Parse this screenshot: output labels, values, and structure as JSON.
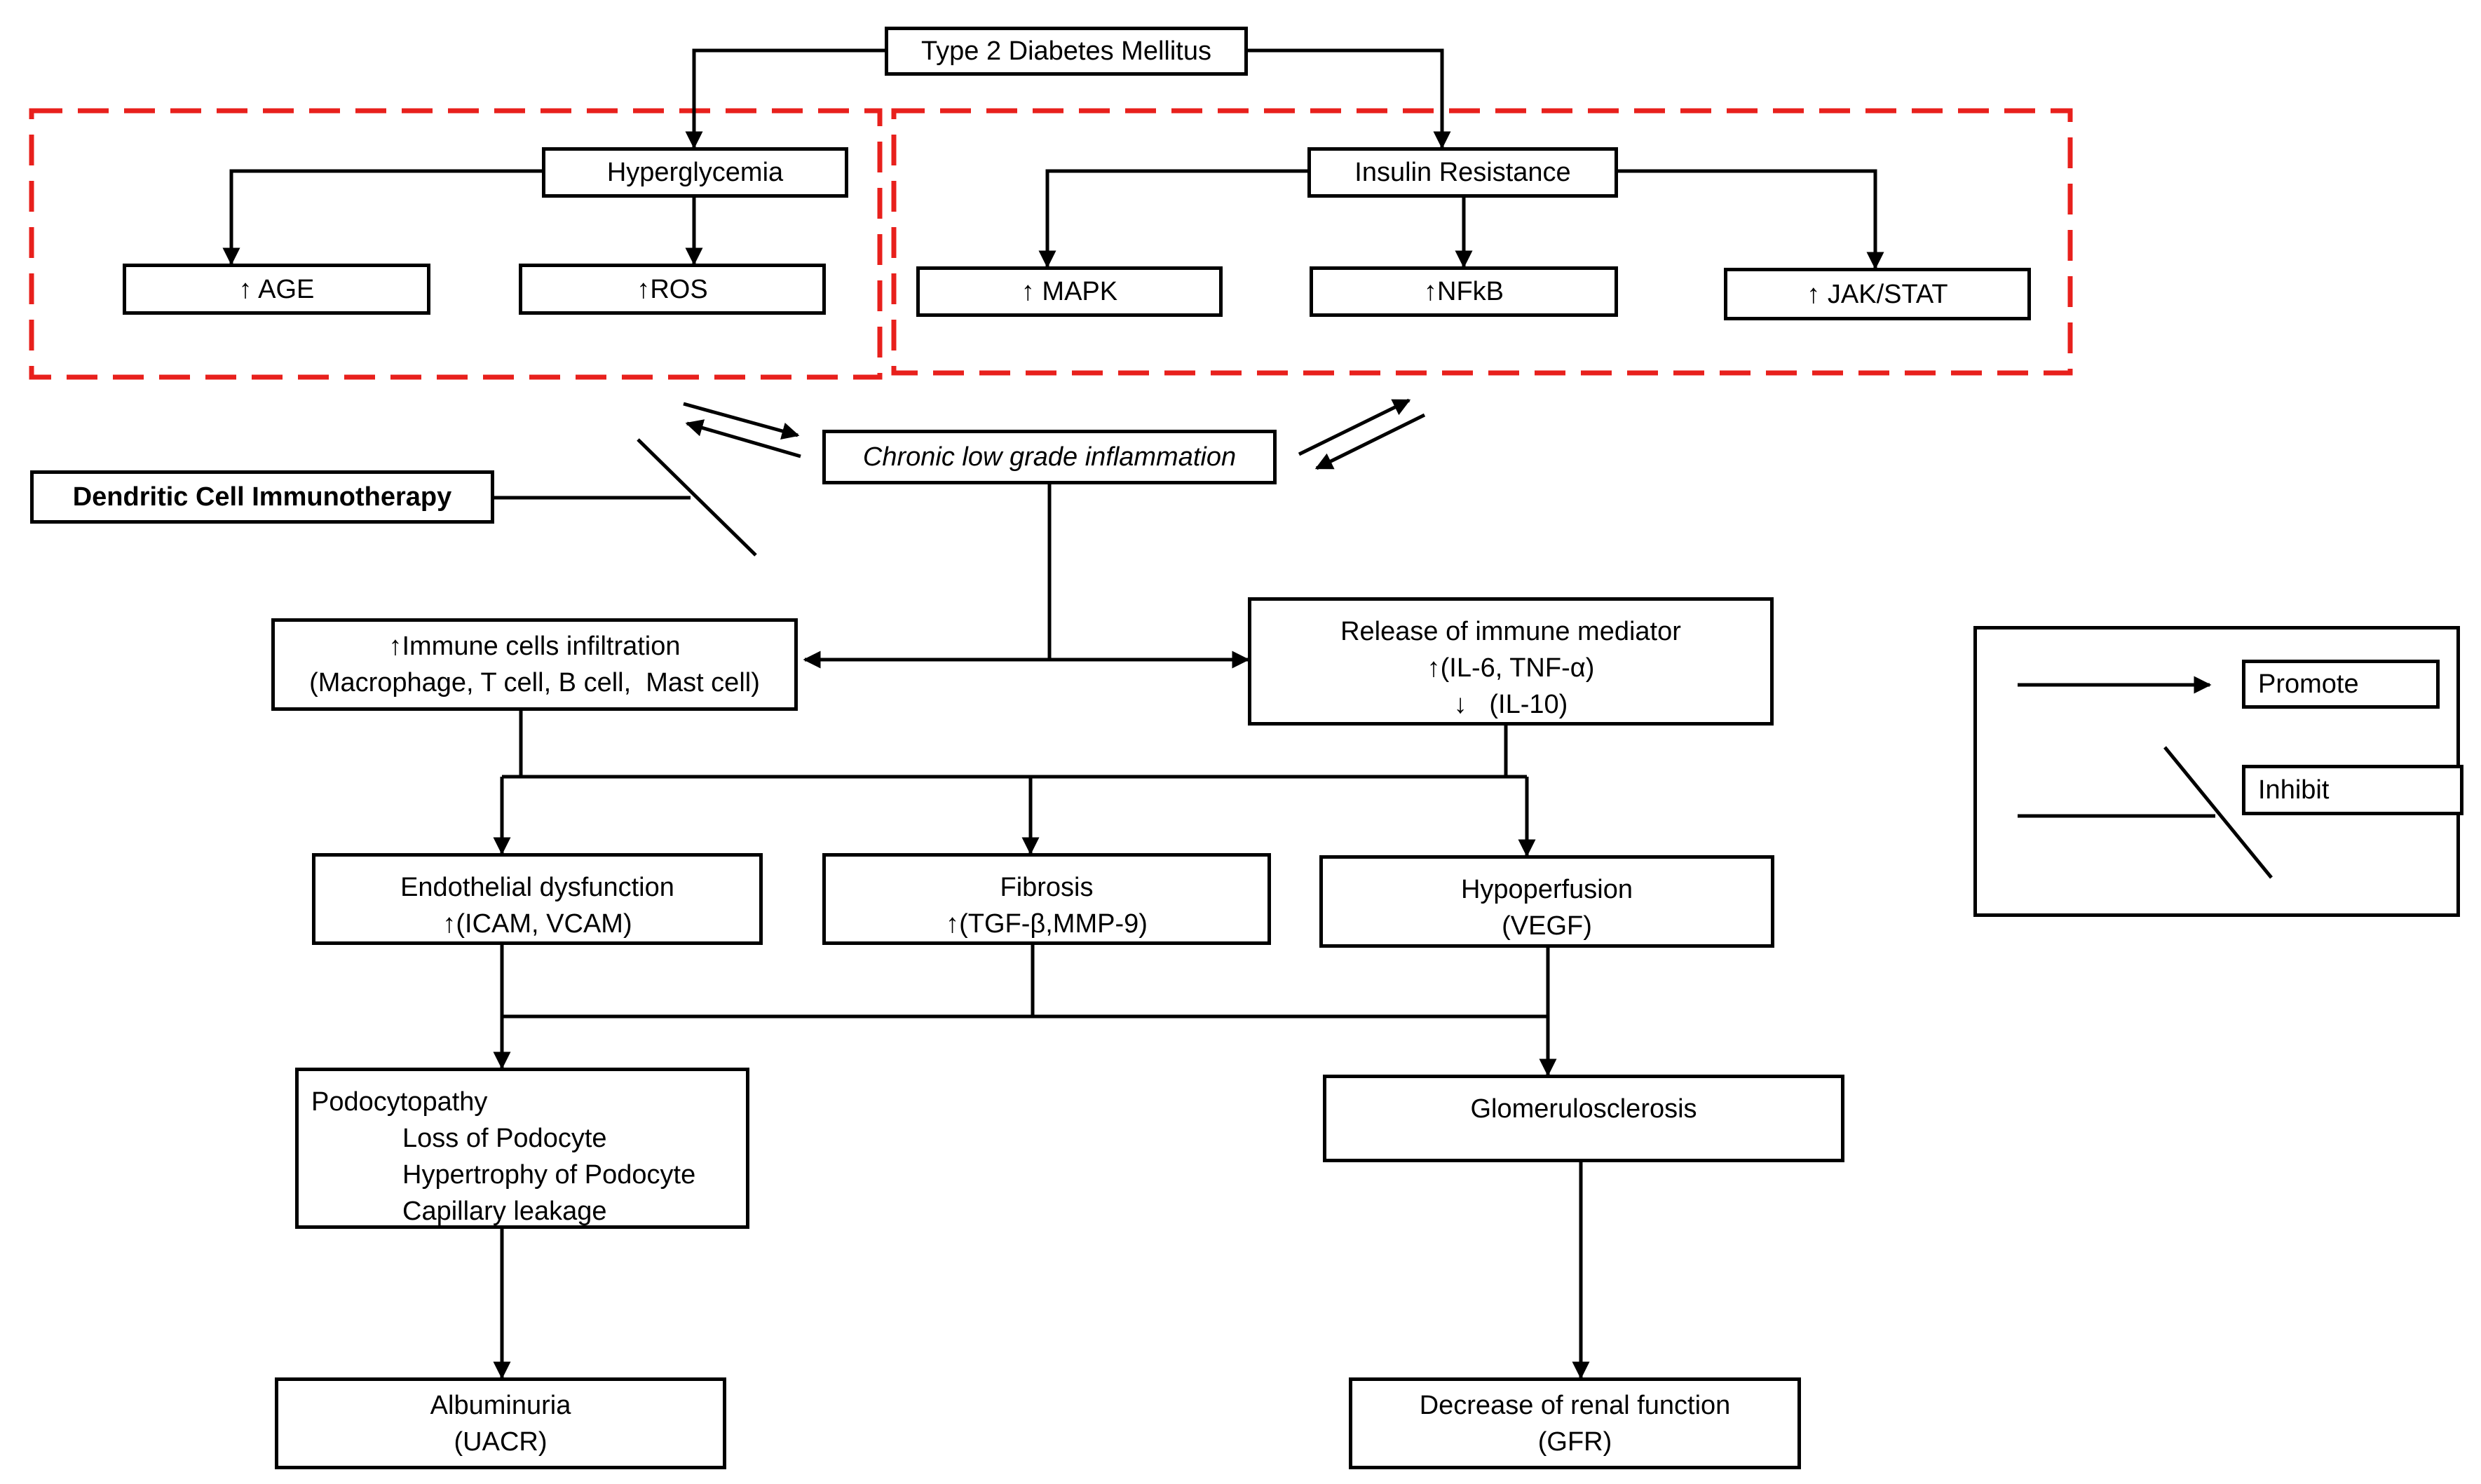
{
  "nodes": {
    "t2dm": "Type 2 Diabetes Mellitus",
    "hyperglycemia": "Hyperglycemia",
    "insulin_resistance": "Insulin Resistance",
    "age": "AGE",
    "ros": "ROS",
    "mapk": "MAPK",
    "nfkb": "NFkB",
    "jakstat": "JAK/STAT",
    "chronic_inflammation": "Chronic low grade inflammation",
    "dendritic": "Dendritic Cell Immunotherapy",
    "immune_infiltration": {
      "line1": "Immune cells infiltration",
      "line2": "(Macrophage, T cell, B cell,  Mast cell)"
    },
    "immune_mediator": {
      "line1": "Release of immune mediator",
      "line2": "(IL-6, TNF-α)",
      "line3": "(IL-10)"
    },
    "endothelial": {
      "line1": "Endothelial dysfunction",
      "line2": "(ICAM, VCAM)"
    },
    "fibrosis": {
      "line1": "Fibrosis",
      "line2": "(TGF-β,MMP-9)"
    },
    "hypoperfusion": {
      "line1": "Hypoperfusion",
      "line2": "(VEGF)"
    },
    "podocytopathy": {
      "title": "Podocytopathy",
      "items": [
        "Loss of Podocyte",
        "Hypertrophy of Podocyte",
        "Capillary leakage"
      ]
    },
    "glomerulosclerosis": "Glomerulosclerosis",
    "albuminuria": {
      "line1": "Albuminuria",
      "line2": "(UACR)"
    },
    "renal_function": {
      "line1": "Decrease of renal function",
      "line2": "(GFR)"
    }
  },
  "legend": {
    "promote": "Promote",
    "inhibit": "Inhibit"
  },
  "icons": {
    "up": "↑",
    "down": "↓"
  },
  "colors": {
    "line": "#000000",
    "group_border": "#e8201c"
  }
}
